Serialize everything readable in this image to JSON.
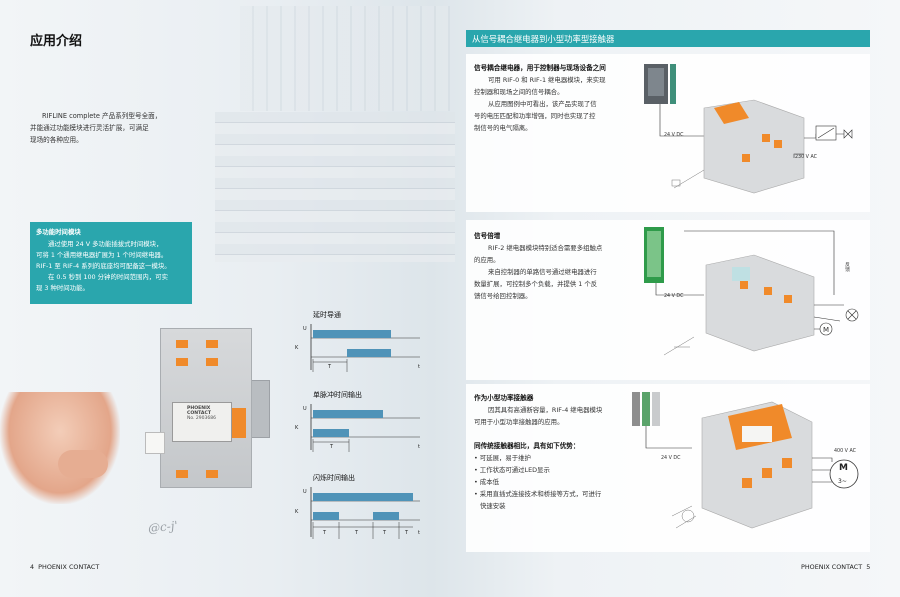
{
  "left_page": {
    "title": "应用介绍",
    "intro_lines": [
      "RIFLINE complete 产品系列型号全面，",
      "并能通过功能模块进行灵活扩展，可满足",
      "现场的各种应用。"
    ],
    "timer_box": {
      "title": "多功能时间模块",
      "lines": [
        "通过使用 24 V 多功能插拔式时间模块，",
        "可将 1 个通用继电器扩展为 1 个时间继电器。",
        "RIF-1 至 RIF-4 系列的底座均可配备这一模块。",
        "在 0.5 秒到 100 分钟的时间范围内，可实",
        "现 3 种时间功能。"
      ]
    },
    "relay_photo": {
      "logo": "PHOENIX CONTACT",
      "part_number": "No. 2903686",
      "handwriting": "@c-j'"
    },
    "timing_diagrams": [
      {
        "title": "延时导通",
        "u_label": "U",
        "k_label": "K",
        "marks": [
          "T",
          "t"
        ]
      },
      {
        "title": "单脉冲时间输出",
        "u_label": "U",
        "k_label": "K",
        "marks": [
          "T",
          "t"
        ]
      },
      {
        "title": "闪烁时间输出",
        "u_label": "U",
        "k_label": "K",
        "marks": [
          "T",
          "T",
          "T",
          "T",
          "t"
        ]
      }
    ],
    "footer": {
      "page": "4",
      "brand": "PHOENIX CONTACT"
    }
  },
  "right_page": {
    "band_title": "从信号耦合继电器到小型功率型接触器",
    "sections": [
      {
        "title": "信号耦合继电器，用于控制器与现场设备之间",
        "paragraphs": [
          [
            "可用 RIF-0 和 RIF-1 继电器模块，来实现",
            "控制器和现场之间的信号耦合。"
          ],
          [
            "从应用图例中可看出，该产品实现了信",
            "号的电压匹配和功率增强，同时也实现了控",
            "制信号的电气隔离。"
          ]
        ],
        "labels": [
          "24 V DC",
          "230 V AC"
        ]
      },
      {
        "title": "信号倍增",
        "paragraphs": [
          [
            "RIF-2 继电器模块特别适合需要多组触点",
            "的应用。"
          ],
          [
            "来自控制器的单路信号通过继电器进行",
            "数量扩展，可控制多个负载，并提供 1 个反",
            "馈信号给回控制器。"
          ]
        ],
        "labels": [
          "24 V DC",
          "反馈"
        ]
      },
      {
        "title": "作为小型功率接触器",
        "paragraphs": [
          [
            "因其具有高通断容量，RIF-4 继电器模块",
            "可用于小型功率接触器的应用。"
          ]
        ],
        "subtitle": "同传统接触器相比，具有如下优势：",
        "bullets": [
          "• 可延展，易于维护",
          "• 工作状态可通过LED显示",
          "• 成本低",
          "• 采用直插式连接技术和桥接等方式，可进行",
          "  快速安装"
        ],
        "labels": [
          "24 V DC",
          "400 V AC",
          "M",
          "3~"
        ]
      }
    ],
    "footer": {
      "brand": "PHOENIX CONTACT",
      "page": "5"
    }
  },
  "colors": {
    "accent": "#2aa6ad",
    "orange": "#f08a2a",
    "signal_blue": "#4f93b8"
  }
}
